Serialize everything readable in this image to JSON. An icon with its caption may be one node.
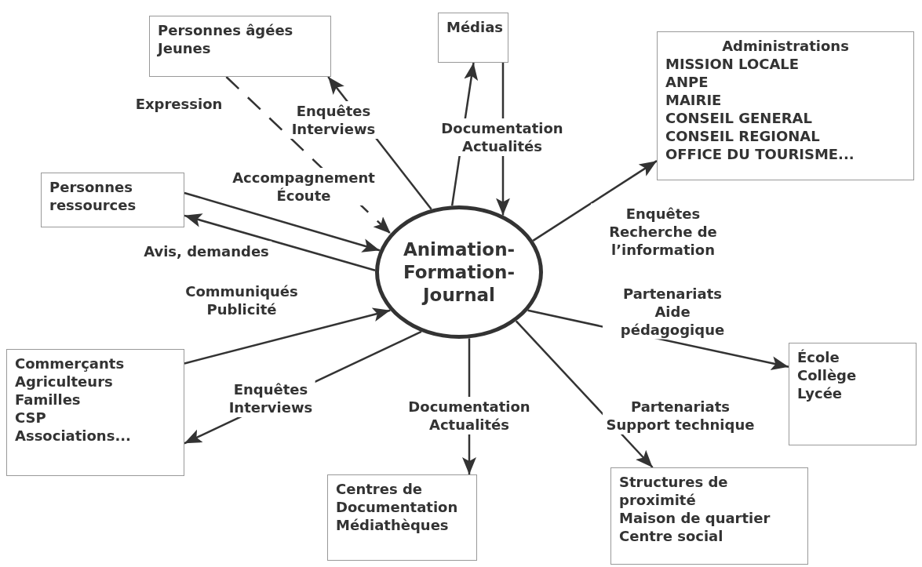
{
  "diagram": {
    "nodes": [
      {
        "text": [
          "Personnes âgées",
          "Jeunes"
        ]
      },
      {
        "text": [
          "Médias"
        ]
      },
      {
        "text": [
          "Administrations",
          "MISSION LOCALE",
          "ANPE",
          "MAIRIE",
          "CONSEIL GENERAL",
          "CONSEIL REGIONAL",
          "OFFICE DU TOURISME..."
        ]
      },
      {
        "text": [
          "Personnes ressources"
        ]
      },
      {
        "text": [
          "Animation- Formation- Journal"
        ]
      },
      {
        "text": [
          "Commerçants",
          "Agriculteurs",
          "Familles",
          "CSP",
          "Associations..."
        ]
      },
      {
        "text": [
          "École",
          "Collège",
          "Lycée"
        ]
      },
      {
        "text": [
          "Centres de Documentation",
          "Médiathèques"
        ]
      },
      {
        "text": [
          "Structures de proximité",
          "Maison de quartier",
          "Centre social"
        ]
      }
    ],
    "edges": [
      {
        "from": 0,
        "to": 4,
        "label": "Expression",
        "arrow": "to",
        "style": "dashed"
      },
      {
        "from": 4,
        "to": 0,
        "label": "Enquêtes Interviews",
        "arrow": "to"
      },
      {
        "from": 4,
        "to": 1,
        "arrow": "to"
      },
      {
        "from": 1,
        "to": 4,
        "label": "Documentation Actualités",
        "arrow": "to"
      },
      {
        "from": 4,
        "to": 2,
        "label": "Enquêtes Recherche de l’information",
        "arrow": "to"
      },
      {
        "from": 3,
        "to": 4,
        "label": "Accompagnement Écoute",
        "arrow": "to"
      },
      {
        "from": 4,
        "to": 3,
        "label": "Avis, demandes",
        "arrow": "to"
      },
      {
        "from": 5,
        "to": 4,
        "label": "Communiqués Publicité",
        "arrow": "to"
      },
      {
        "from": 4,
        "to": 5,
        "label": "Enquêtes Interviews",
        "arrow": "to"
      },
      {
        "from": 4,
        "to": 7,
        "label": "Documentation Actualités",
        "arrow": "to"
      },
      {
        "from": 4,
        "to": 6,
        "label": "Partenariats Aide pédagogique",
        "arrow": "to"
      },
      {
        "from": 4,
        "to": 8,
        "label": "Partenariats Support technique",
        "arrow": "to"
      }
    ]
  }
}
